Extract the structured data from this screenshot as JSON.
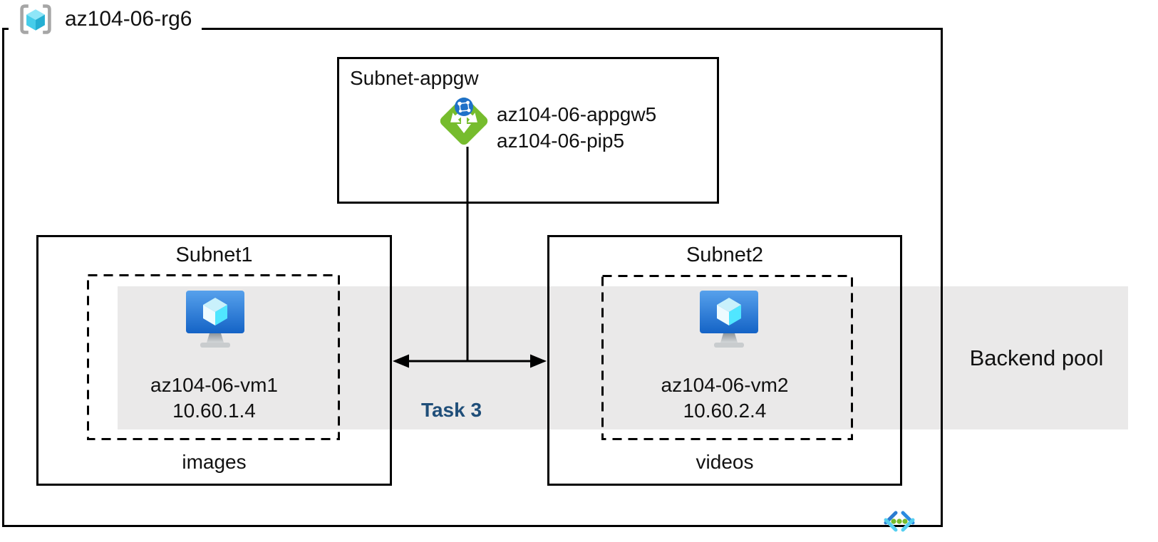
{
  "resource_group": {
    "label": "az104-06-rg6"
  },
  "appgw_subnet": {
    "title": "Subnet-appgw",
    "gateway_name": "az104-06-appgw5",
    "public_ip_name": "az104-06-pip5"
  },
  "subnet1": {
    "title": "Subnet1",
    "vm_name": "az104-06-vm1",
    "vm_ip": "10.60.1.4",
    "caption": "images"
  },
  "subnet2": {
    "title": "Subnet2",
    "vm_name": "az104-06-vm2",
    "vm_ip": "10.60.2.4",
    "caption": "videos"
  },
  "backend_pool": {
    "label": "Backend pool"
  },
  "task": {
    "label": "Task 3"
  },
  "icons": {
    "resource_group": "resource-group-icon",
    "application_gateway": "application-gateway-icon",
    "virtual_machine": "virtual-machine-icon",
    "virtual_network": "virtual-network-icon"
  },
  "colors": {
    "band_gray": "#EAE9E9",
    "line_black": "#000000",
    "text_black": "#111111",
    "task_blue": "#1F4E79",
    "appgw_green": "#76BC2D",
    "globe_blue": "#1F71C8",
    "cube_cyan": "#50E6FF",
    "vm_screen_top": "#57A1EC",
    "vm_screen_bottom": "#1463C6",
    "bracket_gray": "#A6A6A6",
    "dot_green": "#76BC2D",
    "chevron_blue": "#2B7BD0",
    "chevron_cyan": "#55CFF0"
  }
}
